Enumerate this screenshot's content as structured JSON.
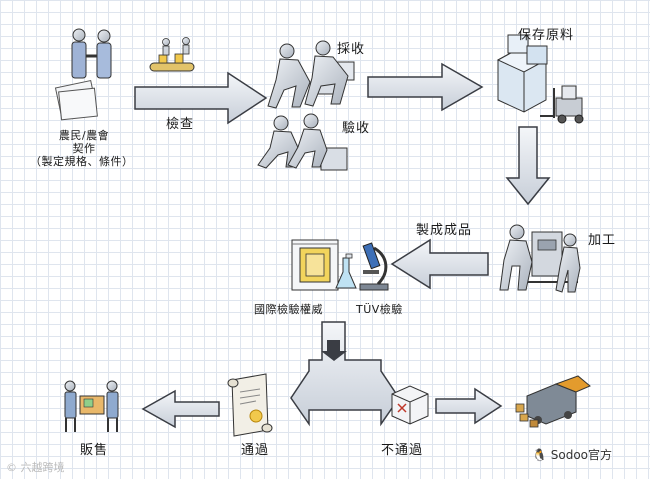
{
  "labels": {
    "farmer_line1": "農民/農會",
    "farmer_line2": "契作",
    "farmer_line3": "（製定規格、條件）",
    "inspect": "檢查",
    "harvest": "採收",
    "acceptance": "驗收",
    "storage": "保存原料",
    "processing": "加工",
    "finished": "製成成品",
    "authority": "國際檢驗權威",
    "tuv": "TÜV檢驗",
    "sale": "販售",
    "pass": "通過",
    "fail": "不通過"
  },
  "watermark": "© 六越跨境",
  "brand": "🐧 Sodoo官方",
  "colors": {
    "arrow_fill": "#e6ebf1",
    "arrow_stroke": "#3a3d44",
    "figure": "#cfd4db"
  }
}
